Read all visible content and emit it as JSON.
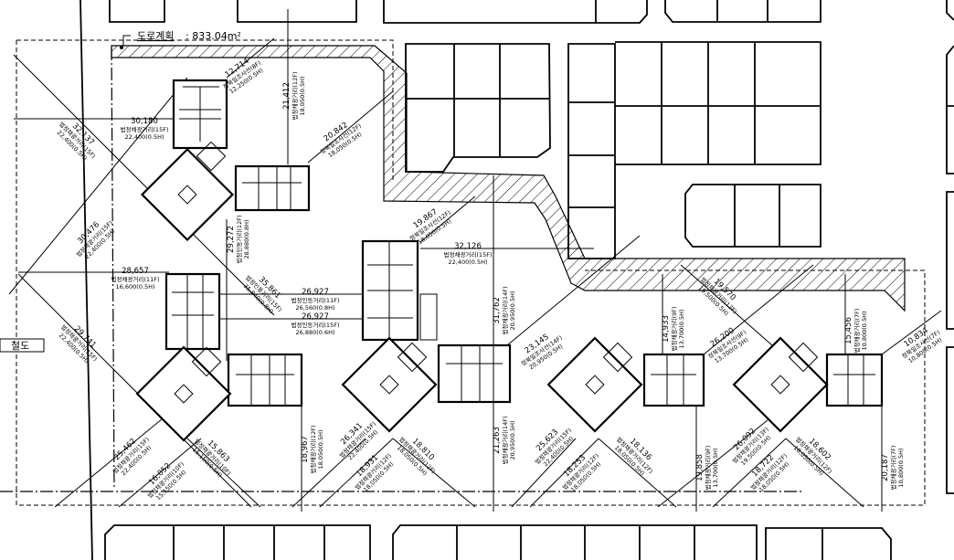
{
  "road_plan": {
    "label": "도로계획",
    "area": ": 833.04m²"
  },
  "railway_label": "철도",
  "dimensions": [
    {
      "value": "12,714",
      "label": "정북일조사선(8F)",
      "spec": "12,250(0.5H)"
    },
    {
      "value": "21,412",
      "label": "법정채광거리(12F)",
      "spec": "18,050(0.5H)"
    },
    {
      "value": "30,180",
      "label": "법정채광거리(15F)",
      "spec": "22,400(0.5H)"
    },
    {
      "value": "32,137",
      "label": "법정채광거리(15F)",
      "spec": "22,400(0.5H)"
    },
    {
      "value": "20,842",
      "label": "정북일조사선(12F)",
      "spec": "18,050(0.5H)"
    },
    {
      "value": "30,476",
      "label": "법정채광거리(15F)",
      "spec": "22,400(0.5H)"
    },
    {
      "value": "29,272",
      "label": "법정인동거리(12F)",
      "spec": "28,880(0.8H)"
    },
    {
      "value": "35,861",
      "label": "법정인동거리(15F)",
      "spec": "35,840(0.8H)"
    },
    {
      "value": "19,867",
      "label": "정북일조사선(12F)",
      "spec": "18,050(0.5H)"
    },
    {
      "value": "32,126",
      "label": "법정채광거리(15F)",
      "spec": "22,400(0.5H)"
    },
    {
      "value": "28,657",
      "label": "법정채광거리(11F)",
      "spec": "16,600(0.5H)"
    },
    {
      "value": "26,927",
      "label": "법정인동거리(11F)",
      "spec": "26,560(0.8H)"
    },
    {
      "value": "26,927",
      "label": "법정인동거리(15F)",
      "spec": "26,880(0.6H)"
    },
    {
      "value": "31,762",
      "label": "법정채광거리(14F)",
      "spec": "20,950(0.5H)"
    },
    {
      "value": "29,741",
      "label": "법정채광거리(15F)",
      "spec": "22,400(0.5H)"
    },
    {
      "value": "23,145",
      "label": "정북일조사선(14F)",
      "spec": "20,950(0.5H)"
    },
    {
      "value": "14,933",
      "label": "법정채광거리(9F)",
      "spec": "13,700(0.5H)"
    },
    {
      "value": "19,570",
      "label": "법정채광거리(13F)",
      "spec": "19,500(0.5H)"
    },
    {
      "value": "26,200",
      "label": "정북일조사선(9F)",
      "spec": "13,700(0.5H)"
    },
    {
      "value": "15,456",
      "label": "법정채광거리(7F)",
      "spec": "10,800(0.5H)"
    },
    {
      "value": "10,834",
      "label": "정북일조사선(7F)",
      "spec": "10,800(0.5H)"
    },
    {
      "value": "25,462",
      "label": "법정채광거리(15F)",
      "spec": "22,400(0.5H)"
    },
    {
      "value": "16,052",
      "label": "법정채광거리(10F)",
      "spec": "15,150(0.5H)"
    },
    {
      "value": "15,863",
      "label": "법정채광거리(10F)",
      "spec": "15,150(0.5H)"
    },
    {
      "value": "18,967",
      "label": "법정채광거리(12F)",
      "spec": "18,050(0.5H)"
    },
    {
      "value": "26,341",
      "label": "법정채광거리(15F)",
      "spec": "22,400(0.5H)"
    },
    {
      "value": "18,931",
      "label": "법정채광거리(12F)",
      "spec": "18,050(0.5H)"
    },
    {
      "value": "18,810",
      "label": "법정채광거리(12F)",
      "spec": "18,050(0.5H)"
    },
    {
      "value": "21,263",
      "label": "법정채광거리(14F)",
      "spec": "20,950(0.5H)"
    },
    {
      "value": "25,623",
      "label": "법정채광거리(15F)",
      "spec": "22,400(0.5H)"
    },
    {
      "value": "18,253",
      "label": "법정채광거리(12F)",
      "spec": "18,050(0.5H)"
    },
    {
      "value": "18,136",
      "label": "법정채광거리(12F)",
      "spec": "18,050(0.5H)"
    },
    {
      "value": "19,858",
      "label": "법정채광거리(9F)",
      "spec": "13,700(0.5H)"
    },
    {
      "value": "26,092",
      "label": "법정채광거리(13F)",
      "spec": "19,500(0.5H)"
    },
    {
      "value": "18,722",
      "label": "법정채광거리(12F)",
      "spec": "18,050(0.5H)"
    },
    {
      "value": "18,602",
      "label": "법정채광거리(12F)",
      "spec": "18,050(0.5H)"
    },
    {
      "value": "20,187",
      "label": "법정채광거리(7F)",
      "spec": "10,800(0.5H)"
    }
  ]
}
